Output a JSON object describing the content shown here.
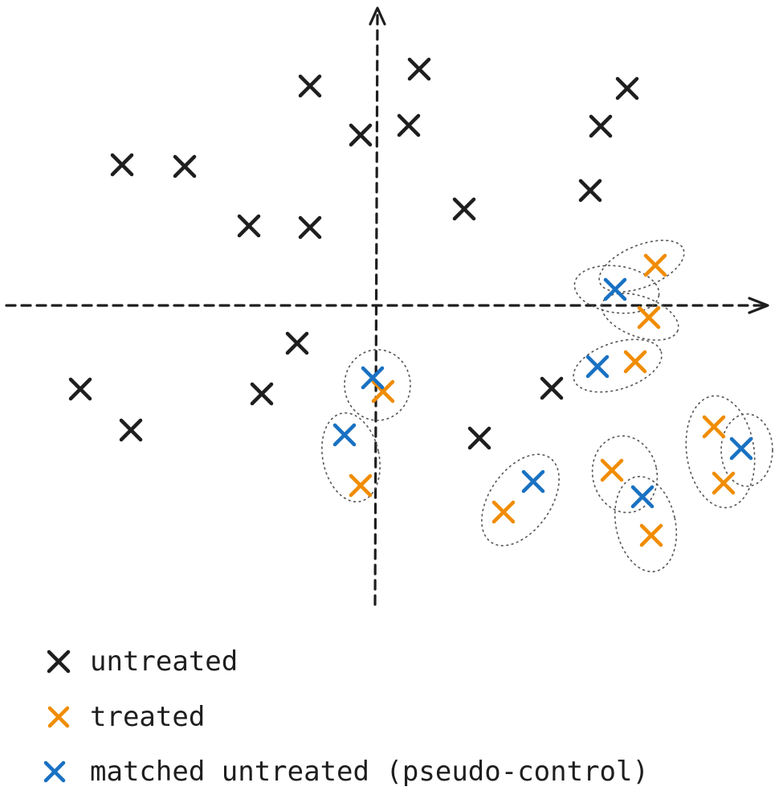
{
  "colors": {
    "untreated": "#1e1e1e",
    "treated": "#f08c00",
    "matched": "#1971c2",
    "axis": "#1e1e1e",
    "ring": "#555555"
  },
  "legend": {
    "untreated": "untreated",
    "treated": "treated",
    "matched": "matched untreated (pseudo-control)"
  }
}
